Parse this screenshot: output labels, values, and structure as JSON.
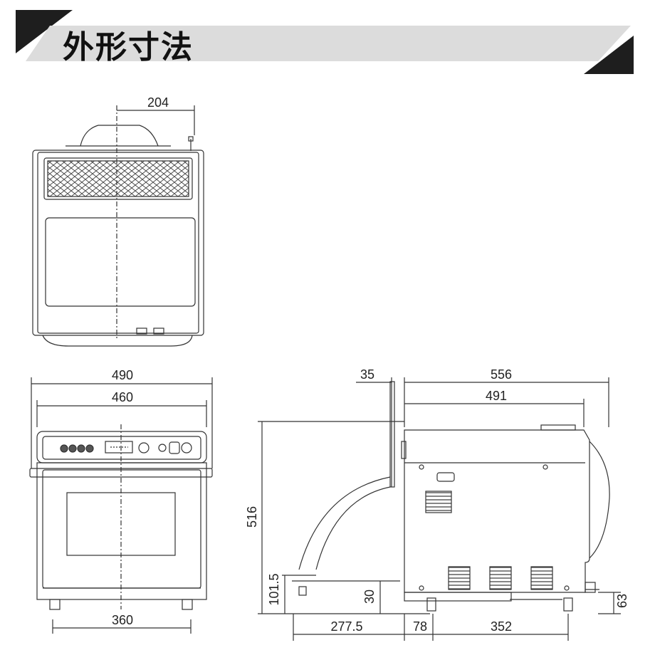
{
  "title": "外形寸法",
  "dimensions": {
    "top_view_offset": "204",
    "front_width_outer": "490",
    "front_width_inner": "460",
    "front_foot_span": "360",
    "side_depth_total": "556",
    "side_depth_body": "491",
    "side_handle_offset": "35",
    "side_height": "516",
    "door_swing_height": "101.5",
    "foot_height_front": "30",
    "door_swing_depth": "277.5",
    "front_foot_offset": "78",
    "side_foot_span": "352",
    "drain_height": "63"
  },
  "colors": {
    "banner_gray": "#dcdcdc",
    "banner_dark": "#1e1e1e",
    "line": "#333333"
  }
}
